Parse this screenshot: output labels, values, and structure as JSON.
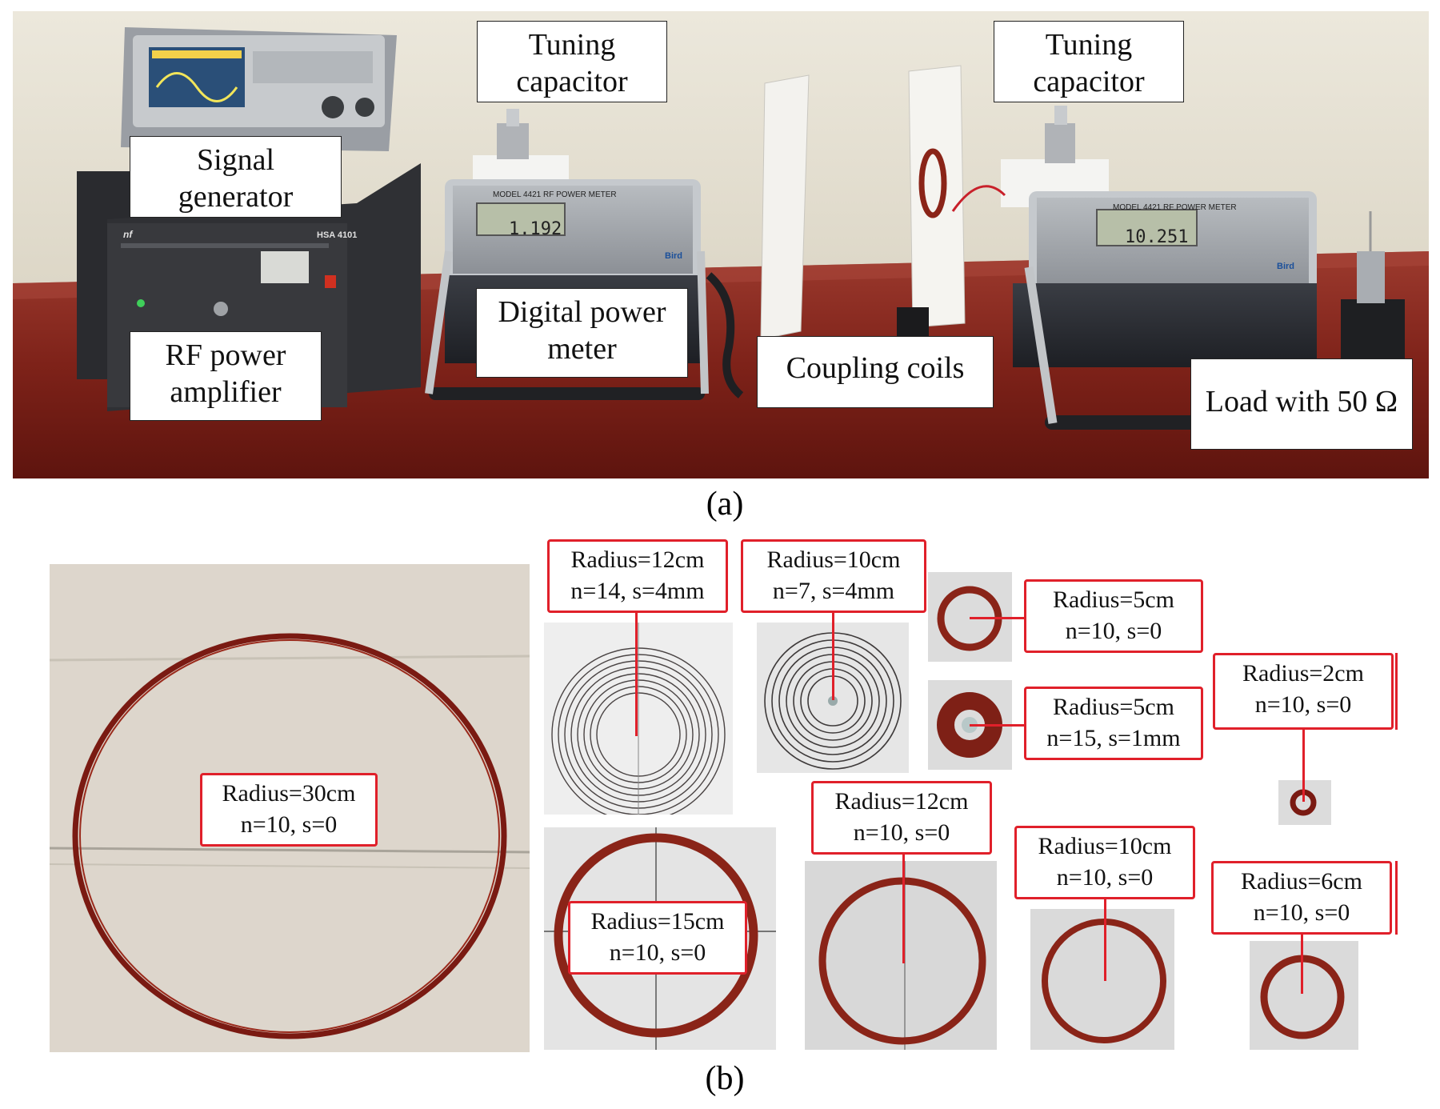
{
  "photo_a": {
    "labels": {
      "tuning_capacitor_left": [
        "Tuning",
        "capacitor"
      ],
      "tuning_capacitor_right": [
        "Tuning",
        "capacitor"
      ],
      "signal_generator": [
        "Signal",
        "generator"
      ],
      "digital_power_meter": [
        "Digital power",
        "meter"
      ],
      "rf_power_amplifier": [
        "RF power",
        "amplifier"
      ],
      "coupling_coils": [
        "Coupling coils"
      ],
      "load": [
        "Load with 50 Ω"
      ]
    },
    "meter_readings": [
      "1.192",
      "10.251"
    ],
    "device_text": {
      "meter_model": "MODEL 4421 RF POWER METER",
      "meter_brand": "Bird",
      "amplifier_model": "HSA 4101",
      "amplifier_brand": "nf"
    },
    "caption": "(a)"
  },
  "photo_b": {
    "coils": [
      {
        "radius": "Radius=30cm",
        "params": "n=10, s=0"
      },
      {
        "radius": "Radius=12cm",
        "params": "n=14, s=4mm"
      },
      {
        "radius": "Radius=10cm",
        "params": "n=7, s=4mm"
      },
      {
        "radius": "Radius=5cm",
        "params": "n=10, s=0"
      },
      {
        "radius": "Radius=5cm",
        "params": "n=15, s=1mm"
      },
      {
        "radius": "Radius=2cm",
        "params": "n=10, s=0"
      },
      {
        "radius": "Radius=15cm",
        "params": "n=10, s=0"
      },
      {
        "radius": "Radius=12cm",
        "params": "n=10, s=0"
      },
      {
        "radius": "Radius=10cm",
        "params": "n=10, s=0"
      },
      {
        "radius": "Radius=6cm",
        "params": "n=10, s=0"
      }
    ],
    "caption": "(b)"
  },
  "colors": {
    "wall": "#e9e4d6",
    "table": "#8a2a22",
    "wire": "#7a1a12",
    "label_border_red": "#e0202a"
  }
}
